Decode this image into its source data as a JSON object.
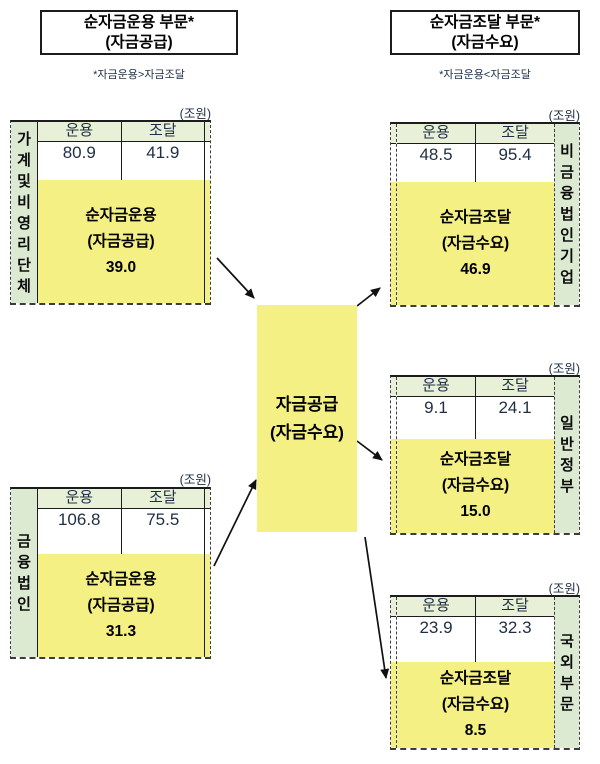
{
  "unit_label": "(조원)",
  "left_header_box": {
    "title_line1": "순자금운용 부문*",
    "title_line2": "(자금공급)",
    "footnote": "*자금운용>자금조달"
  },
  "right_header_box": {
    "title_line1": "순자금조달 부문*",
    "title_line2": "(자금수요)",
    "footnote": "*자금운용<자금조달"
  },
  "center_box": {
    "line1": "자금공급",
    "line2": "(자금수요)"
  },
  "column_headers": {
    "management": "운용",
    "procurement": "조달"
  },
  "sectors": {
    "households": {
      "label": "가계및비영리단체",
      "management": "80.9",
      "procurement": "41.9",
      "net_line1": "순자금운용",
      "net_line2": "(자금공급)",
      "net_value": "39.0"
    },
    "financial": {
      "label": "금융법인",
      "management": "106.8",
      "procurement": "75.5",
      "net_line1": "순자금운용",
      "net_line2": "(자금공급)",
      "net_value": "31.3"
    },
    "nonfinancial": {
      "label": "비금융법인기업",
      "management": "48.5",
      "procurement": "95.4",
      "net_line1": "순자금조달",
      "net_line2": "(자금수요)",
      "net_value": "46.9"
    },
    "government": {
      "label": "일반정부",
      "management": "9.1",
      "procurement": "24.1",
      "net_line1": "순자금조달",
      "net_line2": "(자금수요)",
      "net_value": "15.0"
    },
    "foreign": {
      "label": "국외부문",
      "management": "23.9",
      "procurement": "32.3",
      "net_line1": "순자금조달",
      "net_line2": "(자금수요)",
      "net_value": "8.5"
    }
  },
  "colors": {
    "net_block_yellow": "#f4f083",
    "header_green": "#e9f0d8",
    "label_strip_green": "#dcead2",
    "number_ink": "#1f2e44",
    "line_ink": "#1c1c1c"
  }
}
